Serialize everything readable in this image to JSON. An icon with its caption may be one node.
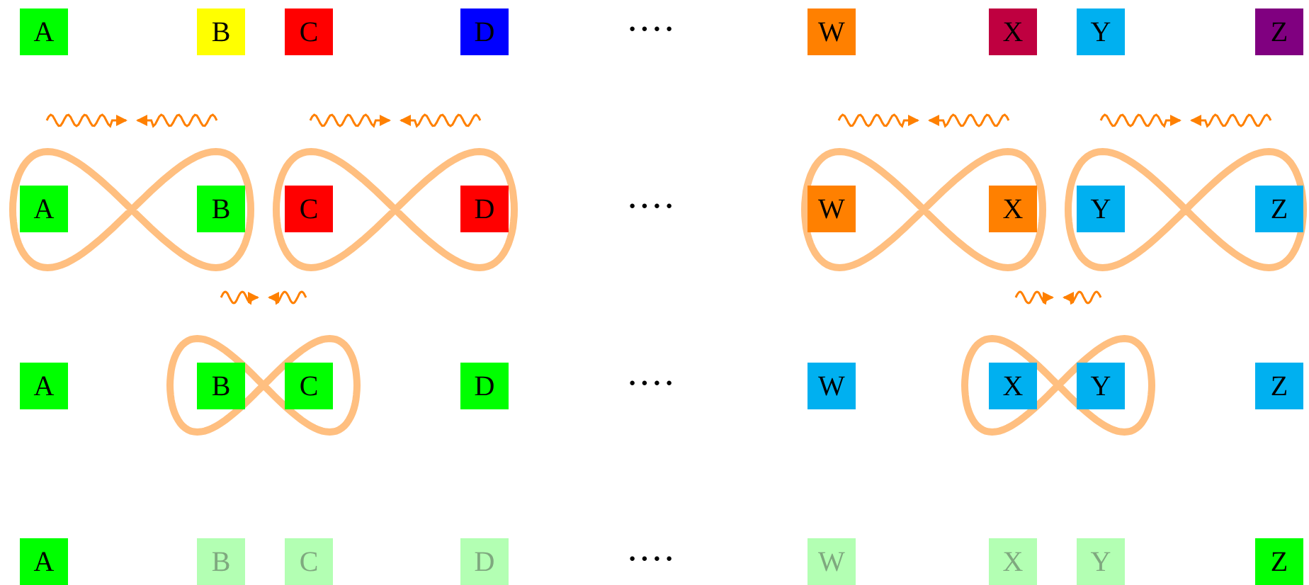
{
  "diagram": {
    "nodes": [
      {
        "text": [
          "A"
        ]
      },
      {
        "text": [
          "B"
        ]
      },
      {
        "text": [
          "C"
        ]
      },
      {
        "text": [
          "D"
        ]
      },
      {
        "text": [
          "W"
        ]
      },
      {
        "text": [
          "X"
        ]
      },
      {
        "text": [
          "Y"
        ]
      },
      {
        "text": [
          "Z"
        ]
      },
      {
        "text": [
          "A"
        ]
      },
      {
        "text": [
          "B"
        ]
      },
      {
        "text": [
          "C"
        ]
      },
      {
        "text": [
          "D"
        ]
      },
      {
        "text": [
          "W"
        ]
      },
      {
        "text": [
          "X"
        ]
      },
      {
        "text": [
          "Y"
        ]
      },
      {
        "text": [
          "Z"
        ]
      },
      {
        "text": [
          "A"
        ]
      },
      {
        "text": [
          "B"
        ]
      },
      {
        "text": [
          "C"
        ]
      },
      {
        "text": [
          "D"
        ]
      },
      {
        "text": [
          "W"
        ]
      },
      {
        "text": [
          "X"
        ]
      },
      {
        "text": [
          "Y"
        ]
      },
      {
        "text": [
          "Z"
        ]
      },
      {
        "text": [
          "A"
        ]
      },
      {
        "text": [
          "B"
        ]
      },
      {
        "text": [
          "C"
        ]
      },
      {
        "text": [
          "D"
        ]
      },
      {
        "text": [
          "W"
        ]
      },
      {
        "text": [
          "X"
        ]
      },
      {
        "text": [
          "Y"
        ]
      },
      {
        "text": [
          "Z"
        ]
      }
    ],
    "labels": [
      "····",
      "····",
      "····",
      "····"
    ]
  }
}
